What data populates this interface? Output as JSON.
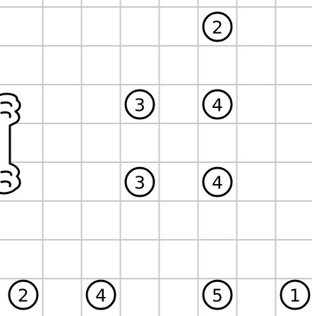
{
  "puzzle": {
    "type": "bridges",
    "grid": {
      "columns": 8,
      "rows": 8
    },
    "colors": {
      "background": "#ffffff",
      "grid": "#c8c8c8",
      "ink": "#000000"
    },
    "islands": [
      {
        "col": 5,
        "row": 0,
        "value": "2"
      },
      {
        "col": 3,
        "row": 2,
        "value": "3"
      },
      {
        "col": 5,
        "row": 2,
        "value": "4"
      },
      {
        "col": 3,
        "row": 4,
        "value": "3"
      },
      {
        "col": 5,
        "row": 4,
        "value": "4"
      },
      {
        "col": 0,
        "row": 7,
        "value": "2"
      },
      {
        "col": 2,
        "row": 7,
        "value": "4"
      },
      {
        "col": 5,
        "row": 7,
        "value": "5"
      },
      {
        "col": 7,
        "row": 7,
        "value": "1"
      }
    ],
    "partial_shapes": [
      {
        "name": "partial-island-left-upper",
        "col": -0.5,
        "row": 2
      },
      {
        "name": "partial-island-left-lower",
        "col": -0.5,
        "row": 4
      }
    ]
  }
}
